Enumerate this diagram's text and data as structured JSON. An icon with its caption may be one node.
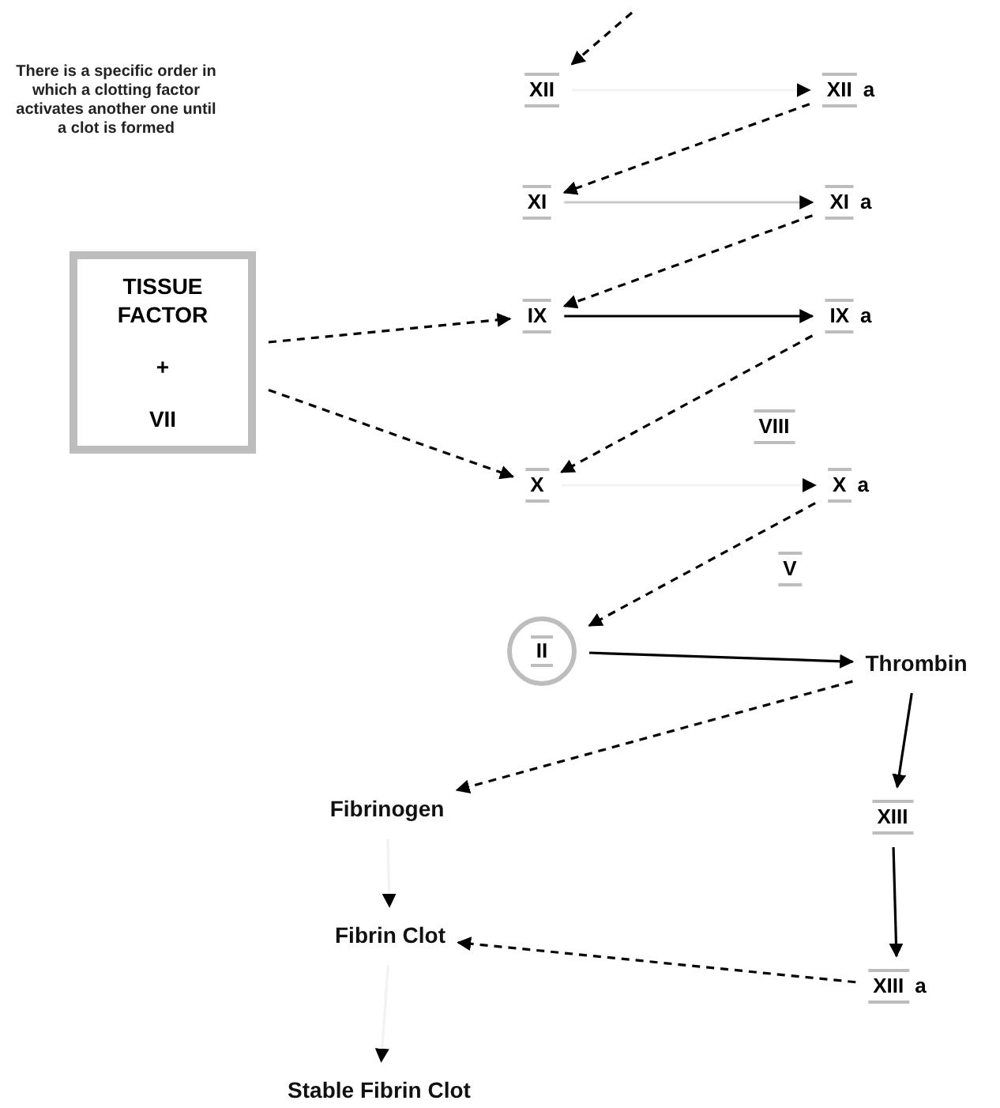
{
  "diagram": {
    "nodes": [
      {
        "text": [
          "XII"
        ]
      },
      {
        "text": [
          "XII",
          "a"
        ]
      },
      {
        "text": [
          "XI"
        ]
      },
      {
        "text": [
          "XI",
          "a"
        ]
      },
      {
        "text": [
          "IX"
        ]
      },
      {
        "text": [
          "IX",
          "a"
        ]
      },
      {
        "text": [
          "VIII"
        ]
      },
      {
        "text": [
          "X"
        ]
      },
      {
        "text": [
          "X",
          "a"
        ]
      },
      {
        "text": [
          "V"
        ]
      },
      {
        "text": [
          "II"
        ]
      },
      {
        "text": [
          "Thrombin"
        ]
      },
      {
        "text": [
          "Fibrinogen"
        ]
      },
      {
        "text": [
          "XIII"
        ]
      },
      {
        "text": [
          "Fibrin Clot"
        ]
      },
      {
        "text": [
          "XIII",
          "a"
        ]
      },
      {
        "text": [
          "Stable Fibrin Clot"
        ]
      },
      {
        "text": [
          "TISSUE FACTOR",
          "+",
          "VII"
        ]
      }
    ],
    "edges": [
      {
        "from": null,
        "to": 0,
        "arrow": "to",
        "style": "dashed"
      },
      {
        "from": 0,
        "to": 1,
        "arrow": "to",
        "color": "#f2f2f2"
      },
      {
        "from": 1,
        "to": 2,
        "arrow": "to",
        "style": "dashed"
      },
      {
        "from": 2,
        "to": 3,
        "arrow": "to",
        "color": "#c8c8c8"
      },
      {
        "from": 3,
        "to": 4,
        "arrow": "to",
        "style": "dashed"
      },
      {
        "from": 4,
        "to": 5,
        "arrow": "to"
      },
      {
        "from": 17,
        "to": 4,
        "arrow": "to",
        "style": "dashed"
      },
      {
        "from": 5,
        "to": 7,
        "arrow": "to",
        "style": "dashed"
      },
      {
        "from": 17,
        "to": 7,
        "arrow": "to",
        "style": "dashed"
      },
      {
        "from": 7,
        "to": 8,
        "arrow": "to",
        "color": "#f2f2f2"
      },
      {
        "from": 8,
        "to": 10,
        "arrow": "to",
        "style": "dashed"
      },
      {
        "from": 10,
        "to": 11,
        "arrow": "to"
      },
      {
        "from": 11,
        "to": 12,
        "arrow": "to",
        "style": "dashed"
      },
      {
        "from": 11,
        "to": 13,
        "arrow": "to"
      },
      {
        "from": 13,
        "to": 15,
        "arrow": "to"
      },
      {
        "from": 15,
        "to": 14,
        "arrow": "to",
        "style": "dashed"
      },
      {
        "from": 12,
        "to": 14,
        "arrow": "to",
        "color": "#f2f2f2"
      },
      {
        "from": 14,
        "to": 16,
        "arrow": "to",
        "color": "#f2f2f2"
      }
    ],
    "labels": [
      "There is a specific order in which a clotting factor activates another one until a clot is formed"
    ]
  }
}
